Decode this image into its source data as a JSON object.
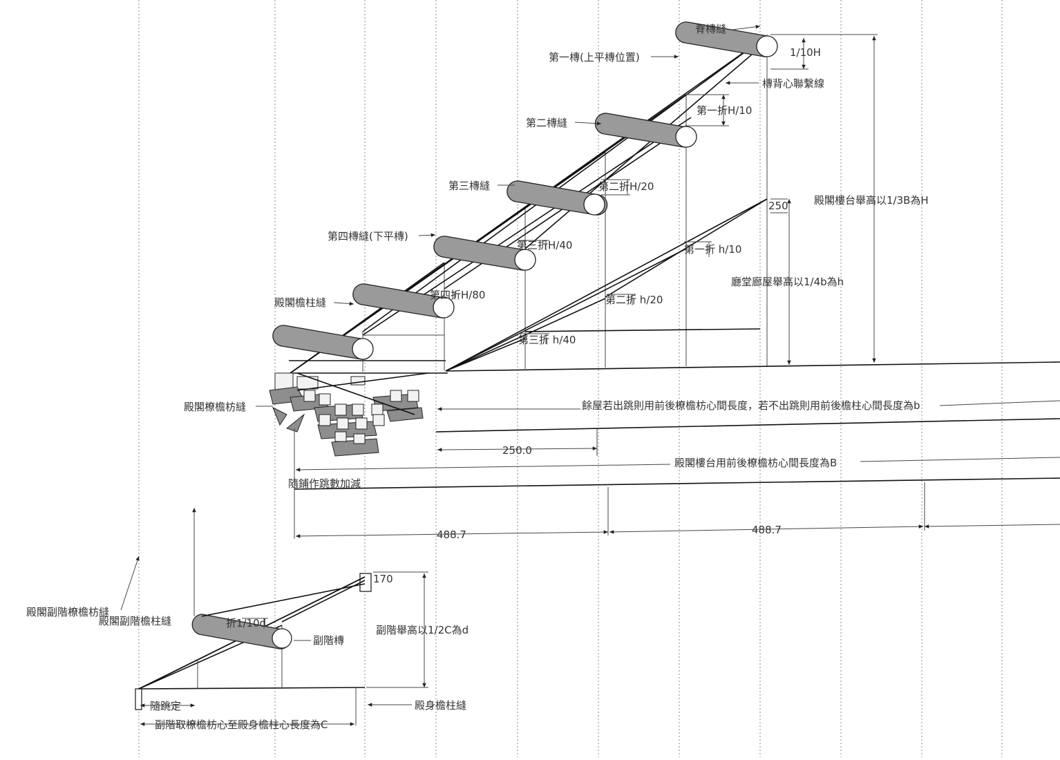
{
  "labels": {
    "ridge": "脊槫縫",
    "purlin1": "第一槫(上平槫位置)",
    "purlin_back_line": "槫背心聯繫線",
    "purlin2": "第二槫縫",
    "purlin3": "第三槫縫",
    "purlin4": "第四槫縫(下平槫)",
    "hall_eave_column": "殿閣檐柱縫",
    "hall_purlin_fang": "殿閣橑檐枋縫",
    "h_1_10H": "1/10H",
    "fold1_H10": "第一折H/10",
    "fold2_H20": "第二折H/20",
    "fold3_H40": "第三折H/40",
    "fold4_H80": "第四折H/80",
    "fold1_h10": "第一折 h/10",
    "fold2_h20": "第二折 h/20",
    "fold3_h40": "第三折 h/40",
    "val_250_top": "250",
    "hall_height": "殿閣樓台舉高以1/3B為H",
    "corridor_height": "廳堂廊屋舉高以1/4b為h",
    "b_definition": "餘屋若出跳則用前後橑檐枋心間長度，若不出跳則用前後檐柱心間長度為b",
    "dim_250": "250.0",
    "B_definition": "殿閣樓台用前後橑檐枋心間長度為B",
    "bracket_note": "隨鋪作跳數加減",
    "dim_488a": "488.7",
    "dim_488b": "488.7",
    "aux_fang": "殿閣副階橑檐枋縫",
    "aux_column": "殿閣副階檐柱縫",
    "aux_fold": "折1/10d",
    "aux_purlin": "副階槫",
    "aux_top": "170",
    "aux_height": "副階舉高以1/2C為d",
    "follow_jump": "隨跳定",
    "main_column": "殿身檐柱縫",
    "C_definition": "副階取橑檐枋心至殿身檐柱心長度為C"
  },
  "colors": {
    "purlin_fill": "#9a9a9a",
    "line": "#111111",
    "dashed": "#888888",
    "text": "#333333"
  }
}
